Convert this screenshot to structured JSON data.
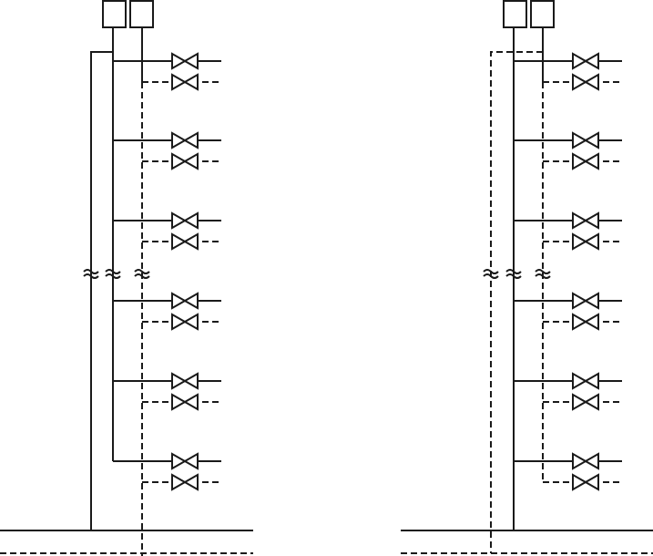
{
  "diagram": {
    "type": "piping riser schematic",
    "stroke_color": "#1a1a1a",
    "variants": [
      {
        "name": "left-riser",
        "return_line": "solid-outer"
      },
      {
        "name": "right-riser",
        "return_line": "dashed-outer"
      }
    ],
    "branch_levels": 6,
    "valves_per_level": 2,
    "break_symbol": "≈"
  }
}
